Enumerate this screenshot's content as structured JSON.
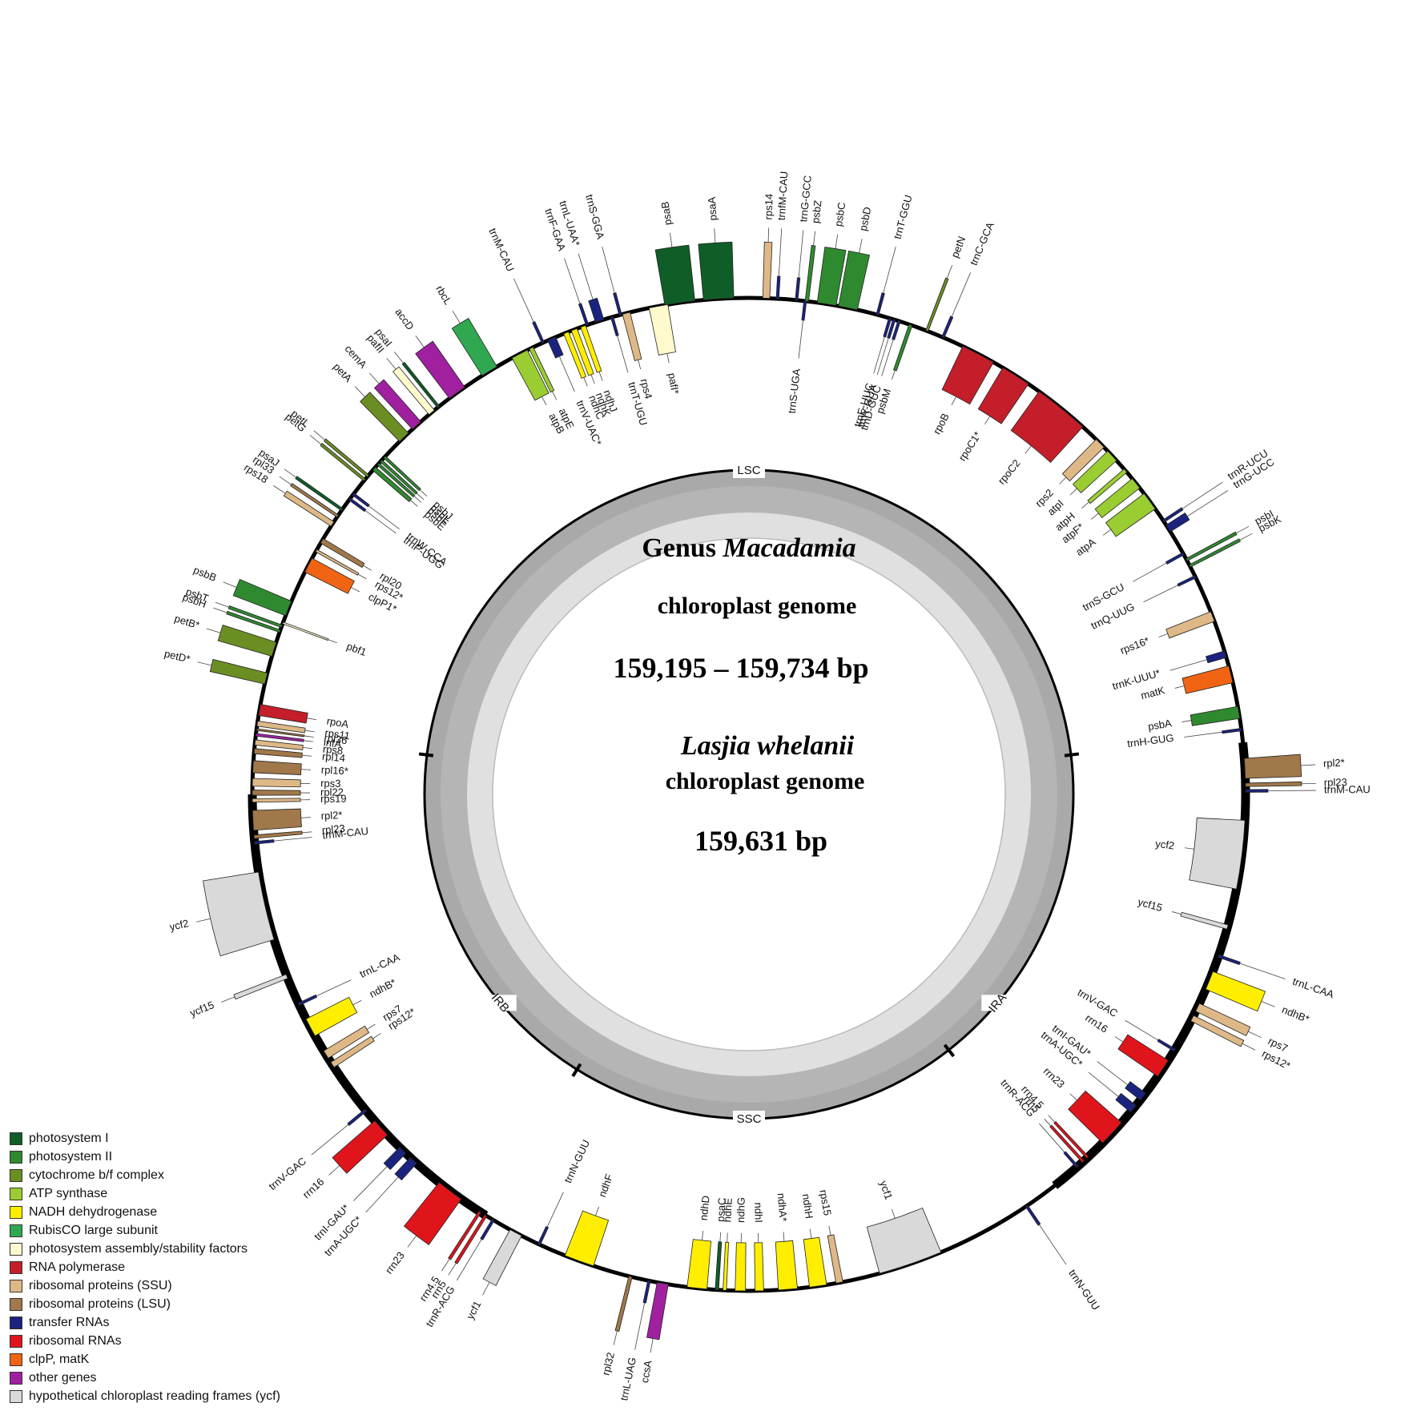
{
  "center": {
    "line1_prefix": "Genus ",
    "line1_italic": "Macadamia",
    "line2": "chloroplast genome",
    "line3": "159,195 – 159,734 bp",
    "line4": "Lasjia whelanii",
    "line5": "chloroplast genome",
    "line6": "159,631 bp"
  },
  "regions": [
    {
      "name": "LSC",
      "angle": 0
    },
    {
      "name": "IRA",
      "angle": 130
    },
    {
      "name": "SSC",
      "angle": 180
    },
    {
      "name": "IRB",
      "angle": 230
    }
  ],
  "categories": [
    {
      "key": "ps1",
      "label": "photosystem I",
      "color": "#0f5d27"
    },
    {
      "key": "ps2",
      "label": "photosystem II",
      "color": "#2f8a2f"
    },
    {
      "key": "cyt",
      "label": "cytochrome b/f complex",
      "color": "#6b8e23"
    },
    {
      "key": "atp",
      "label": "ATP synthase",
      "color": "#9acd32"
    },
    {
      "key": "ndh",
      "label": "NADH dehydrogenase",
      "color": "#ffee00"
    },
    {
      "key": "rbc",
      "label": "RubisCO large subunit",
      "color": "#2fa84f"
    },
    {
      "key": "psa",
      "label": "photosystem assembly/stability factors",
      "color": "#fffacd"
    },
    {
      "key": "rpo",
      "label": "RNA polymerase",
      "color": "#c41e2a"
    },
    {
      "key": "ssu",
      "label": "ribosomal proteins (SSU)",
      "color": "#deb887"
    },
    {
      "key": "lsu",
      "label": "ribosomal proteins (LSU)",
      "color": "#a0784a"
    },
    {
      "key": "trna",
      "label": "transfer RNAs",
      "color": "#1a237e"
    },
    {
      "key": "rrna",
      "label": "ribosomal RNAs",
      "color": "#e0151b"
    },
    {
      "key": "clp",
      "label": "clpP, matK",
      "color": "#f06414"
    },
    {
      "key": "oth",
      "label": "other genes",
      "color": "#a020a0"
    },
    {
      "key": "ycf",
      "label": "hypothetical chloroplast reading frames (ycf)",
      "color": "#d9d9d9"
    }
  ],
  "genes": [
    {
      "name": "psaB",
      "cat": "ps1",
      "a": -8,
      "w": 3.5,
      "out": true
    },
    {
      "name": "psaA",
      "cat": "ps1",
      "a": -3.5,
      "w": 3.5,
      "out": true
    },
    {
      "name": "rps14",
      "cat": "ssu",
      "a": 2,
      "w": 0.8,
      "out": true
    },
    {
      "name": "trnfM-CAU",
      "cat": "trna",
      "a": 3.3,
      "w": 0.3,
      "out": true
    },
    {
      "name": "trnS-UGA",
      "cat": "trna",
      "a": 6.5,
      "w": 0.3,
      "out": false
    },
    {
      "name": "trnG-GCC",
      "cat": "trna",
      "a": 5.5,
      "w": 0.3,
      "out": true
    },
    {
      "name": "psbZ",
      "cat": "ps2",
      "a": 6.7,
      "w": 0.4,
      "out": true
    },
    {
      "name": "psbC",
      "cat": "ps2",
      "a": 9,
      "w": 2.2,
      "out": true
    },
    {
      "name": "psbD",
      "cat": "ps2",
      "a": 11.5,
      "w": 2.2,
      "out": true
    },
    {
      "name": "trnT-GGU",
      "cat": "trna",
      "a": 15,
      "w": 0.3,
      "out": true
    },
    {
      "name": "trnE-UUC",
      "cat": "trna",
      "a": 16.5,
      "w": 0.3,
      "out": false
    },
    {
      "name": "trnY-GUA",
      "cat": "trna",
      "a": 17,
      "w": 0.3,
      "out": false
    },
    {
      "name": "trnD-GUC",
      "cat": "trna",
      "a": 17.6,
      "w": 0.3,
      "out": false
    },
    {
      "name": "psbM",
      "cat": "ps2",
      "a": 19,
      "w": 0.4,
      "out": false
    },
    {
      "name": "petN",
      "cat": "cyt",
      "a": 21,
      "w": 0.3,
      "out": true
    },
    {
      "name": "trnC-GCA",
      "cat": "trna",
      "a": 23,
      "w": 0.3,
      "out": true
    },
    {
      "name": "rpoB",
      "cat": "rpo",
      "a": 27.5,
      "w": 4,
      "out": false
    },
    {
      "name": "rpoC1*",
      "cat": "rpo",
      "a": 32.5,
      "w": 3.5,
      "out": false
    },
    {
      "name": "rpoC2",
      "cat": "rpo",
      "a": 39,
      "w": 6.5,
      "out": false
    },
    {
      "name": "rps2",
      "cat": "ssu",
      "a": 45,
      "w": 1.3,
      "out": false
    },
    {
      "name": "atpI",
      "cat": "atp",
      "a": 47,
      "w": 1.5,
      "out": false
    },
    {
      "name": "atpH",
      "cat": "atp",
      "a": 49.3,
      "w": 0.5,
      "out": false
    },
    {
      "name": "atpF*",
      "cat": "atp",
      "a": 51.2,
      "w": 1.4,
      "out": false
    },
    {
      "name": "atpA",
      "cat": "atp",
      "a": 53.8,
      "w": 2.2,
      "out": false
    },
    {
      "name": "trnR-UCU",
      "cat": "trna",
      "a": 56.6,
      "w": 0.3,
      "out": true
    },
    {
      "name": "trnG-UCC",
      "cat": "trna",
      "a": 57.6,
      "w": 0.9,
      "out": true
    },
    {
      "name": "psbI",
      "cat": "ps2",
      "a": 61.8,
      "w": 0.3,
      "out": true
    },
    {
      "name": "psbK",
      "cat": "ps2",
      "a": 62.6,
      "w": 0.3,
      "out": true
    },
    {
      "name": "trnS-GCU",
      "cat": "trna",
      "a": 61,
      "w": 0.3,
      "out": false
    },
    {
      "name": "trnQ-UUG",
      "cat": "trna",
      "a": 64,
      "w": 0.3,
      "out": false
    },
    {
      "name": "rps16*",
      "cat": "ssu",
      "a": 69,
      "w": 1.2,
      "out": false
    },
    {
      "name": "trnK-UUU*",
      "cat": "trna",
      "a": 73.6,
      "w": 0.8,
      "out": false
    },
    {
      "name": "matK",
      "cat": "clp",
      "a": 76,
      "w": 2,
      "out": false
    },
    {
      "name": "psbA",
      "cat": "ps2",
      "a": 80.5,
      "w": 1.4,
      "out": false
    },
    {
      "name": "trnH-GUG",
      "cat": "trna",
      "a": 82.5,
      "w": 0.3,
      "out": false
    },
    {
      "name": "rpl2*",
      "cat": "lsu",
      "a": 87,
      "w": 2.3,
      "out": true
    },
    {
      "name": "rpl23",
      "cat": "lsu",
      "a": 88.9,
      "w": 0.4,
      "out": true
    },
    {
      "name": "trnM-CAU",
      "cat": "trna",
      "a": 89.6,
      "w": 0.3,
      "out": true
    },
    {
      "name": "ycf2",
      "cat": "ycf",
      "a": 97,
      "w": 8,
      "out": false
    },
    {
      "name": "ycf15",
      "cat": "ycf",
      "a": 105.5,
      "w": 0.5,
      "out": false
    },
    {
      "name": "trnL-CAA",
      "cat": "trna",
      "a": 109,
      "w": 0.3,
      "out": true
    },
    {
      "name": "ndhB*",
      "cat": "ndh",
      "a": 112,
      "w": 2.2,
      "out": true
    },
    {
      "name": "rps7",
      "cat": "ssu",
      "a": 115.4,
      "w": 1,
      "out": true
    },
    {
      "name": "rps12*",
      "cat": "ssu",
      "a": 116.8,
      "w": 0.7,
      "out": true
    },
    {
      "name": "trnV-GAC",
      "cat": "trna",
      "a": 121,
      "w": 0.3,
      "out": false
    },
    {
      "name": "rrn16",
      "cat": "rrna",
      "a": 123.5,
      "w": 2.2,
      "out": false
    },
    {
      "name": "trnI-GAU*",
      "cat": "trna",
      "a": 127.5,
      "w": 1,
      "out": false
    },
    {
      "name": "trnA-UGC*",
      "cat": "trna",
      "a": 129.3,
      "w": 1,
      "out": false
    },
    {
      "name": "rrn23",
      "cat": "rrna",
      "a": 133,
      "w": 3.2,
      "out": false
    },
    {
      "name": "rrn4.5",
      "cat": "rrna",
      "a": 137,
      "w": 0.3,
      "out": false
    },
    {
      "name": "rrn5",
      "cat": "rrna",
      "a": 137.7,
      "w": 0.3,
      "out": false
    },
    {
      "name": "trnR-ACG",
      "cat": "trna",
      "a": 138.6,
      "w": 0.3,
      "out": false
    },
    {
      "name": "trnN-GUU",
      "cat": "trna",
      "a": 146,
      "w": 0.3,
      "out": true
    },
    {
      "name": "ycf1",
      "cat": "ycf",
      "a": 161,
      "w": 7.5,
      "out": false
    },
    {
      "name": "rps15",
      "cat": "ssu",
      "a": 169.5,
      "w": 0.8,
      "out": false
    },
    {
      "name": "ndhH",
      "cat": "ndh",
      "a": 172,
      "w": 2,
      "out": false
    },
    {
      "name": "ndhA*",
      "cat": "ndh",
      "a": 175.5,
      "w": 2.2,
      "out": false
    },
    {
      "name": "ndhI",
      "cat": "ndh",
      "a": 178.8,
      "w": 1,
      "out": false
    },
    {
      "name": "ndhG",
      "cat": "ndh",
      "a": 181,
      "w": 1.2,
      "out": false
    },
    {
      "name": "ndhE",
      "cat": "ndh",
      "a": 182.8,
      "w": 0.4,
      "out": false
    },
    {
      "name": "psaC",
      "cat": "ps1",
      "a": 183.7,
      "w": 0.4,
      "out": false
    },
    {
      "name": "ndhD",
      "cat": "ndh",
      "a": 186,
      "w": 2.3,
      "out": false
    },
    {
      "name": "ccsA",
      "cat": "oth",
      "a": 190,
      "w": 1.3,
      "out": true
    },
    {
      "name": "trnL-UAG",
      "cat": "trna",
      "a": 191.6,
      "w": 0.3,
      "out": true
    },
    {
      "name": "rpl32",
      "cat": "lsu",
      "a": 193.8,
      "w": 0.4,
      "out": true
    },
    {
      "name": "ndhF",
      "cat": "ndh",
      "a": 200,
      "w": 3.5,
      "out": false
    },
    {
      "name": "trnN-GUU",
      "cat": "trna",
      "a": 205,
      "w": 0.3,
      "out": false
    },
    {
      "name": "ycf1",
      "cat": "ycf",
      "a": 208,
      "w": 1.5,
      "out": true
    },
    {
      "name": "trnR-ACG",
      "cat": "trna",
      "a": 211,
      "w": 0.3,
      "out": true
    },
    {
      "name": "rrn5",
      "cat": "rrna",
      "a": 212,
      "w": 0.3,
      "out": true
    },
    {
      "name": "rrn4.5",
      "cat": "rrna",
      "a": 212.8,
      "w": 0.3,
      "out": true
    },
    {
      "name": "rrn23",
      "cat": "rrna",
      "a": 217,
      "w": 3.2,
      "out": true
    },
    {
      "name": "trnA-UGC*",
      "cat": "trna",
      "a": 222.5,
      "w": 1,
      "out": true
    },
    {
      "name": "trnI-GAU*",
      "cat": "trna",
      "a": 224.2,
      "w": 1,
      "out": true
    },
    {
      "name": "rrn16",
      "cat": "rrna",
      "a": 227.8,
      "w": 2.2,
      "out": true
    },
    {
      "name": "trnV-GAC",
      "cat": "trna",
      "a": 230.5,
      "w": 0.3,
      "out": true
    },
    {
      "name": "rps12*",
      "cat": "ssu",
      "a": 237,
      "w": 0.7,
      "out": false
    },
    {
      "name": "rps7",
      "cat": "ssu",
      "a": 238.4,
      "w": 1,
      "out": false
    },
    {
      "name": "ndhB*",
      "cat": "ndh",
      "a": 242,
      "w": 2.2,
      "out": false
    },
    {
      "name": "trnL-CAA",
      "cat": "trna",
      "a": 245,
      "w": 0.3,
      "out": false
    },
    {
      "name": "ycf15",
      "cat": "ycf",
      "a": 248.5,
      "w": 0.5,
      "out": true
    },
    {
      "name": "ycf2",
      "cat": "ycf",
      "a": 257,
      "w": 8,
      "out": true
    },
    {
      "name": "trnM-CAU",
      "cat": "trna",
      "a": 264.4,
      "w": 0.3,
      "out": false
    },
    {
      "name": "rpl23",
      "cat": "lsu",
      "a": 265.1,
      "w": 0.4,
      "out": false
    },
    {
      "name": "rpl2*",
      "cat": "lsu",
      "a": 267,
      "w": 2.3,
      "out": false
    },
    {
      "name": "rps19",
      "cat": "ssu",
      "a": 269.3,
      "w": 0.4,
      "out": false
    },
    {
      "name": "rpl22",
      "cat": "lsu",
      "a": 270.2,
      "w": 0.6,
      "out": false
    },
    {
      "name": "rps3",
      "cat": "ssu",
      "a": 271.4,
      "w": 0.9,
      "out": false
    },
    {
      "name": "rpl16*",
      "cat": "lsu",
      "a": 273.2,
      "w": 1.4,
      "out": false
    },
    {
      "name": "rpl14",
      "cat": "lsu",
      "a": 275,
      "w": 0.6,
      "out": false
    },
    {
      "name": "rps8",
      "cat": "ssu",
      "a": 276,
      "w": 0.6,
      "out": false
    },
    {
      "name": "infA",
      "cat": "oth",
      "a": 276.9,
      "w": 0.3,
      "out": false
    },
    {
      "name": "rpl36",
      "cat": "lsu",
      "a": 277.5,
      "w": 0.2,
      "out": false
    },
    {
      "name": "rps11",
      "cat": "ssu",
      "a": 278.2,
      "w": 0.6,
      "out": false
    },
    {
      "name": "rpoA",
      "cat": "rpo",
      "a": 279.8,
      "w": 1.3,
      "out": false
    },
    {
      "name": "petD*",
      "cat": "cyt",
      "a": 283.5,
      "w": 1.3,
      "out": true
    },
    {
      "name": "petB*",
      "cat": "cyt",
      "a": 287,
      "w": 1.7,
      "out": true
    },
    {
      "name": "psbH",
      "cat": "ps2",
      "a": 289.2,
      "w": 0.3,
      "out": true
    },
    {
      "name": "psbT",
      "cat": "ps2",
      "a": 289.8,
      "w": 0.3,
      "out": true
    },
    {
      "name": "pbf1",
      "cat": "psa",
      "a": 290.2,
      "w": 0.2,
      "out": false
    },
    {
      "name": "psbB",
      "cat": "ps2",
      "a": 292,
      "w": 1.8,
      "out": true
    },
    {
      "name": "clpP1*",
      "cat": "clp",
      "a": 297.5,
      "w": 1.8,
      "out": false
    },
    {
      "name": "rps12*",
      "cat": "ssu",
      "a": 299.4,
      "w": 0.3,
      "out": false
    },
    {
      "name": "rpl20",
      "cat": "lsu",
      "a": 300.7,
      "w": 0.6,
      "out": false
    },
    {
      "name": "rps18",
      "cat": "ssu",
      "a": 303,
      "w": 0.6,
      "out": true
    },
    {
      "name": "rpl33",
      "cat": "lsu",
      "a": 304.1,
      "w": 0.3,
      "out": true
    },
    {
      "name": "psaJ",
      "cat": "ps1",
      "a": 305,
      "w": 0.3,
      "out": true
    },
    {
      "name": "trnP-UGG",
      "cat": "trna",
      "a": 306.5,
      "w": 0.3,
      "out": false
    },
    {
      "name": "trnW-CCA",
      "cat": "trna",
      "a": 307.2,
      "w": 0.3,
      "out": false
    },
    {
      "name": "petG",
      "cat": "cyt",
      "a": 309.3,
      "w": 0.3,
      "out": true
    },
    {
      "name": "petL",
      "cat": "cyt",
      "a": 309.9,
      "w": 0.3,
      "out": true
    },
    {
      "name": "psbE",
      "cat": "ps2",
      "a": 311,
      "w": 0.5,
      "out": false
    },
    {
      "name": "psbF",
      "cat": "ps2",
      "a": 311.7,
      "w": 0.3,
      "out": false
    },
    {
      "name": "psbL",
      "cat": "ps2",
      "a": 312.2,
      "w": 0.3,
      "out": false
    },
    {
      "name": "psbJ",
      "cat": "ps2",
      "a": 312.8,
      "w": 0.3,
      "out": false
    },
    {
      "name": "petA",
      "cat": "cyt",
      "a": 316,
      "w": 1.4,
      "out": true
    },
    {
      "name": "cemA",
      "cat": "oth",
      "a": 318,
      "w": 1.3,
      "out": true
    },
    {
      "name": "pafII",
      "cat": "psa",
      "a": 320.3,
      "w": 0.8,
      "out": true
    },
    {
      "name": "psaI",
      "cat": "ps1",
      "a": 321.3,
      "w": 0.3,
      "out": true
    },
    {
      "name": "accD",
      "cat": "oth",
      "a": 324,
      "w": 2.2,
      "out": true
    },
    {
      "name": "rbcL",
      "cat": "rbc",
      "a": 328.5,
      "w": 2,
      "out": true
    },
    {
      "name": "atpB",
      "cat": "atp",
      "a": 332.5,
      "w": 2,
      "out": false
    },
    {
      "name": "atpE",
      "cat": "atp",
      "a": 334,
      "w": 0.5,
      "out": false
    },
    {
      "name": "trnM-CAU",
      "cat": "trna",
      "a": 335.5,
      "w": 0.3,
      "out": true
    },
    {
      "name": "trnV-UAC*",
      "cat": "trna",
      "a": 336.6,
      "w": 1,
      "out": false
    },
    {
      "name": "ndhC",
      "cat": "ndh",
      "a": 338.4,
      "w": 0.6,
      "out": false
    },
    {
      "name": "ndhK",
      "cat": "ndh",
      "a": 339.4,
      "w": 0.7,
      "out": false
    },
    {
      "name": "ndhJ",
      "cat": "ndh",
      "a": 340.5,
      "w": 0.6,
      "out": false
    },
    {
      "name": "trnF-GAA",
      "cat": "trna",
      "a": 341,
      "w": 0.3,
      "out": true
    },
    {
      "name": "trnL-UAA*",
      "cat": "trna",
      "a": 342.5,
      "w": 1,
      "out": true
    },
    {
      "name": "trnT-UGU",
      "cat": "trna",
      "a": 344,
      "w": 0.3,
      "out": false
    },
    {
      "name": "trnS-GGA",
      "cat": "trna",
      "a": 345,
      "w": 0.3,
      "out": true
    },
    {
      "name": "rps4",
      "cat": "ssu",
      "a": 345.7,
      "w": 0.9,
      "out": false
    },
    {
      "name": "pafI*",
      "cat": "psa",
      "a": 349.5,
      "w": 2.2,
      "out": false
    }
  ],
  "legend_title": ""
}
